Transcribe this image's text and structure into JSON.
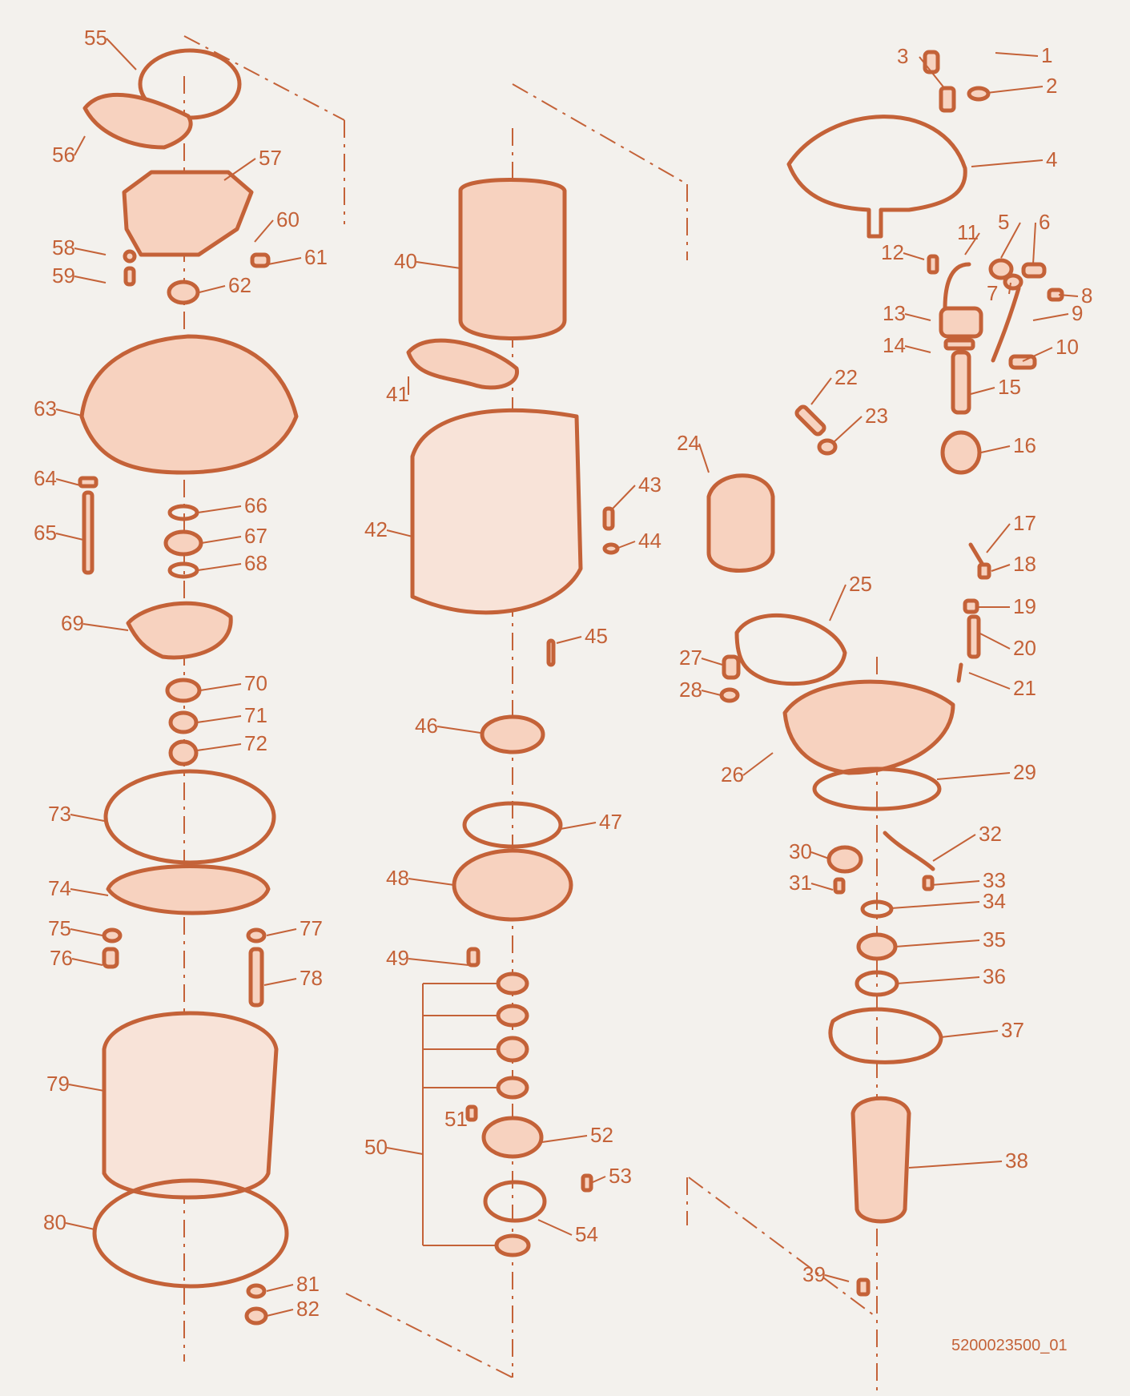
{
  "diagram": {
    "line_color": "#c46238",
    "fill_color": "#e7a789",
    "background": "#f3f1ed",
    "document_code": "5200023500_01",
    "part_numbers": [
      "1",
      "2",
      "3",
      "4",
      "5",
      "6",
      "7",
      "8",
      "9",
      "10",
      "11",
      "12",
      "13",
      "14",
      "15",
      "16",
      "17",
      "18",
      "19",
      "20",
      "21",
      "22",
      "23",
      "24",
      "25",
      "26",
      "27",
      "28",
      "29",
      "30",
      "31",
      "32",
      "33",
      "34",
      "35",
      "36",
      "37",
      "38",
      "39",
      "40",
      "41",
      "42",
      "43",
      "44",
      "45",
      "46",
      "47",
      "48",
      "49",
      "50",
      "51",
      "52",
      "53",
      "54",
      "55",
      "56",
      "57",
      "58",
      "59",
      "60",
      "61",
      "62",
      "63",
      "64",
      "65",
      "66",
      "67",
      "68",
      "69",
      "70",
      "71",
      "72",
      "73",
      "74",
      "75",
      "76",
      "77",
      "78",
      "79",
      "80",
      "81",
      "82"
    ]
  }
}
